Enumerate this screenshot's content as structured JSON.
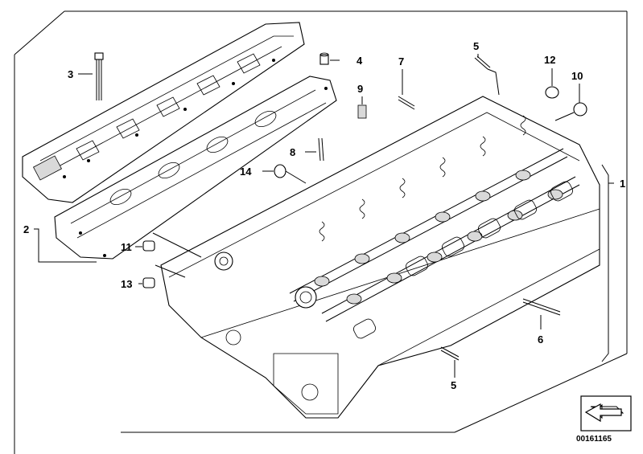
{
  "diagram": {
    "document_number": "00161165",
    "labels": {
      "l1": "1",
      "l2": "2",
      "l3": "3",
      "l4": "4",
      "l5a": "5",
      "l5b": "5",
      "l6": "6",
      "l7": "7",
      "l8": "8",
      "l9": "9",
      "l10": "10",
      "l11": "11",
      "l12": "12",
      "l13": "13",
      "l14": "14"
    },
    "nav_icon": "arrow-return-icon"
  }
}
